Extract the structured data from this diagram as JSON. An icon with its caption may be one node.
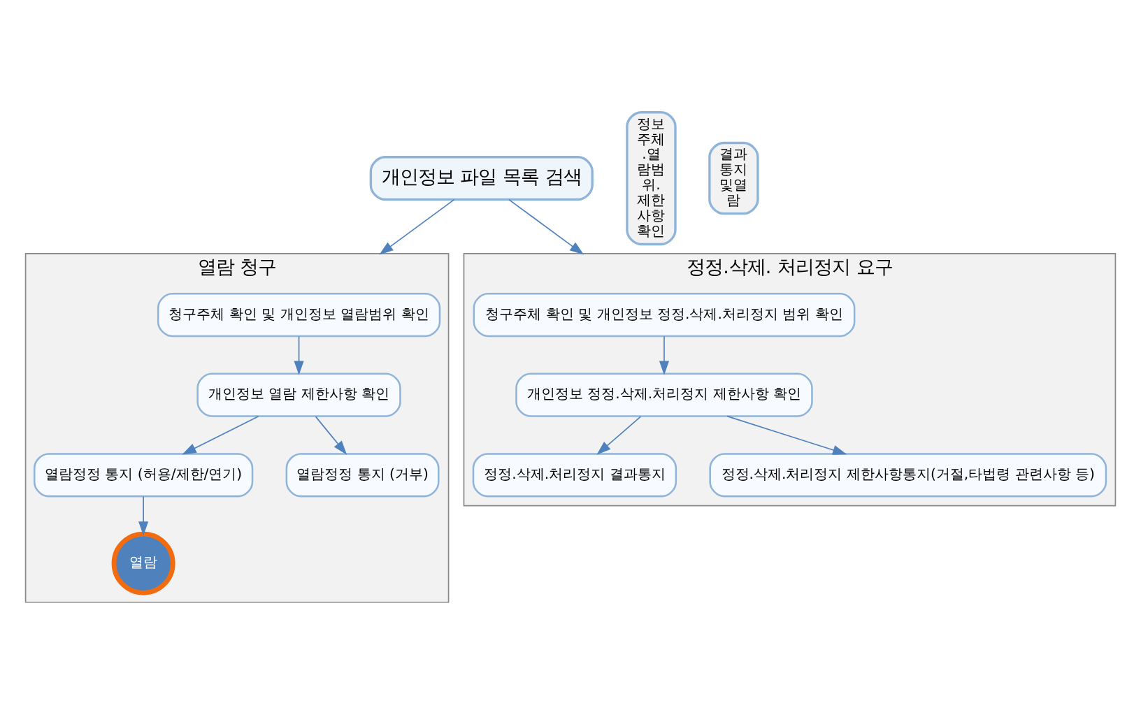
{
  "diagram": {
    "nodes": [
      {
        "text": [
          "개인정보 파일 목록 검색"
        ]
      },
      {
        "text": [
          "열람 청구"
        ]
      },
      {
        "text": [
          "청구주체 확인 및 개인정보 열람범위 확인"
        ],
        "in": 1
      },
      {
        "text": [
          "개인정보 열람 제한사항 확인"
        ],
        "in": 1
      },
      {
        "text": [
          "열람정정 통지 (허용/제한/연기)"
        ],
        "in": 1
      },
      {
        "text": [
          "열람정정 통지 (거부)"
        ],
        "in": 1
      },
      {
        "text": [
          "열람"
        ],
        "in": 1
      },
      {
        "text": [
          "정정.삭제. 처리정지 요구"
        ]
      },
      {
        "text": [
          "청구주체 확인 및 개인정보 정정.삭제.처리정지 범위 확인"
        ],
        "in": 7
      },
      {
        "text": [
          "개인정보 정정.삭제.처리정지 제한사항 확인"
        ],
        "in": 7
      },
      {
        "text": [
          "정정.삭제.처리정지 결과통지"
        ],
        "in": 7
      },
      {
        "text": [
          "정정.삭제.처리정지 제한사항통지(거절,타법령 관련사항 등)"
        ],
        "in": 7
      },
      {
        "text": [
          "정보주체.열람범위.제한사항확인"
        ]
      },
      {
        "text": [
          "결과통지및열람"
        ]
      }
    ],
    "edges": [
      {
        "from": 0,
        "to": 1,
        "arrow": "to"
      },
      {
        "from": 0,
        "to": 7,
        "arrow": "to"
      },
      {
        "from": 2,
        "to": 3,
        "arrow": "to"
      },
      {
        "from": 3,
        "to": 4,
        "arrow": "to"
      },
      {
        "from": 3,
        "to": 5,
        "arrow": "to"
      },
      {
        "from": 4,
        "to": 6,
        "arrow": "to"
      },
      {
        "from": 8,
        "to": 9,
        "arrow": "to"
      },
      {
        "from": 9,
        "to": 10,
        "arrow": "to"
      },
      {
        "from": 9,
        "to": 11,
        "arrow": "to"
      }
    ]
  }
}
